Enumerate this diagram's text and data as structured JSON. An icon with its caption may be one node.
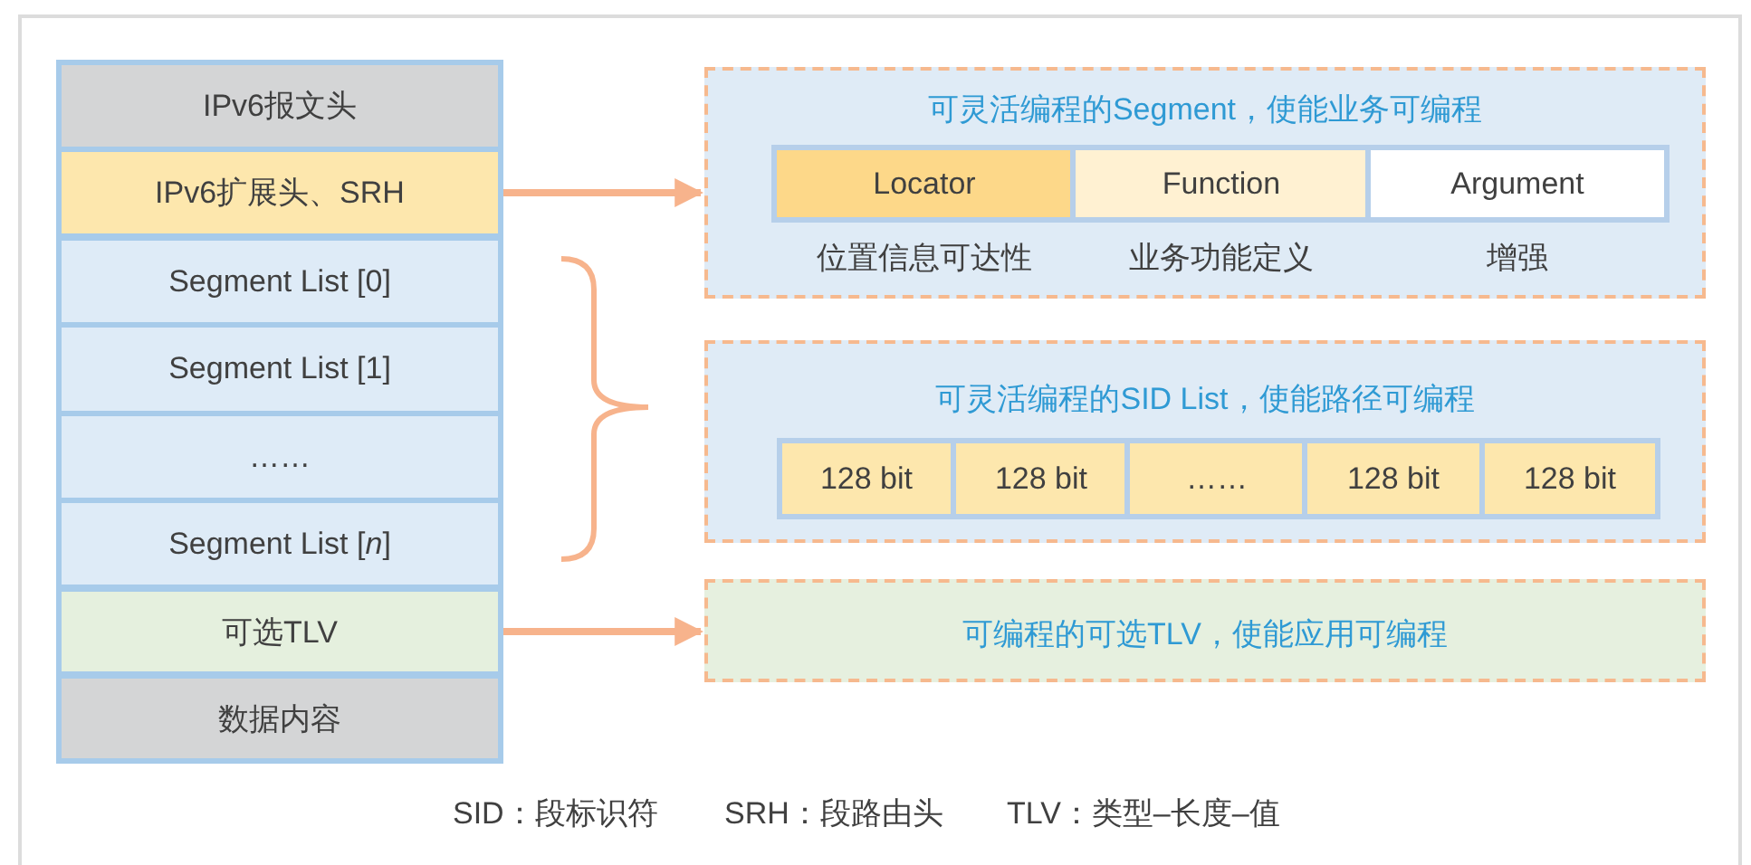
{
  "diagram": {
    "nodes": [
      {
        "text": [
          "IPv6报文头"
        ]
      },
      {
        "text": [
          "IPv6扩展头、SRH"
        ]
      },
      {
        "text": [
          "Segment List [0]"
        ]
      },
      {
        "text": [
          "Segment List [1]"
        ]
      },
      {
        "text": [
          "……"
        ]
      },
      {
        "text": [
          "Segment List [*n*]"
        ]
      },
      {
        "text": [
          "可选TLV"
        ]
      },
      {
        "text": [
          "数据内容"
        ]
      },
      {
        "text": [
          "可灵活编程的Segment，使能业务可编程"
        ]
      },
      {
        "text": [
          "Locator"
        ],
        "in": 8,
        "beside": [
          "位置信息可达性"
        ]
      },
      {
        "text": [
          "Function"
        ],
        "in": 8,
        "beside": [
          "业务功能定义"
        ]
      },
      {
        "text": [
          "Argument"
        ],
        "in": 8,
        "beside": [
          "增强"
        ]
      },
      {
        "text": [
          "可灵活编程的SID List，使能路径可编程"
        ]
      },
      {
        "text": [
          "128 bit"
        ],
        "in": 12
      },
      {
        "text": [
          "128 bit"
        ],
        "in": 12
      },
      {
        "text": [
          "……"
        ],
        "in": 12
      },
      {
        "text": [
          "128 bit"
        ],
        "in": 12
      },
      {
        "text": [
          "128 bit"
        ],
        "in": 12
      },
      {
        "text": [
          "可编程的可选TLV，使能应用可编程"
        ]
      }
    ],
    "edges": [
      {
        "from": 1,
        "to": 8,
        "arrow": "to"
      },
      {
        "from": 6,
        "to": 18,
        "arrow": "to"
      }
    ],
    "labels": [
      "SID：段标识符",
      "SRH：段路由头",
      "TLV：类型–长度–值"
    ]
  }
}
